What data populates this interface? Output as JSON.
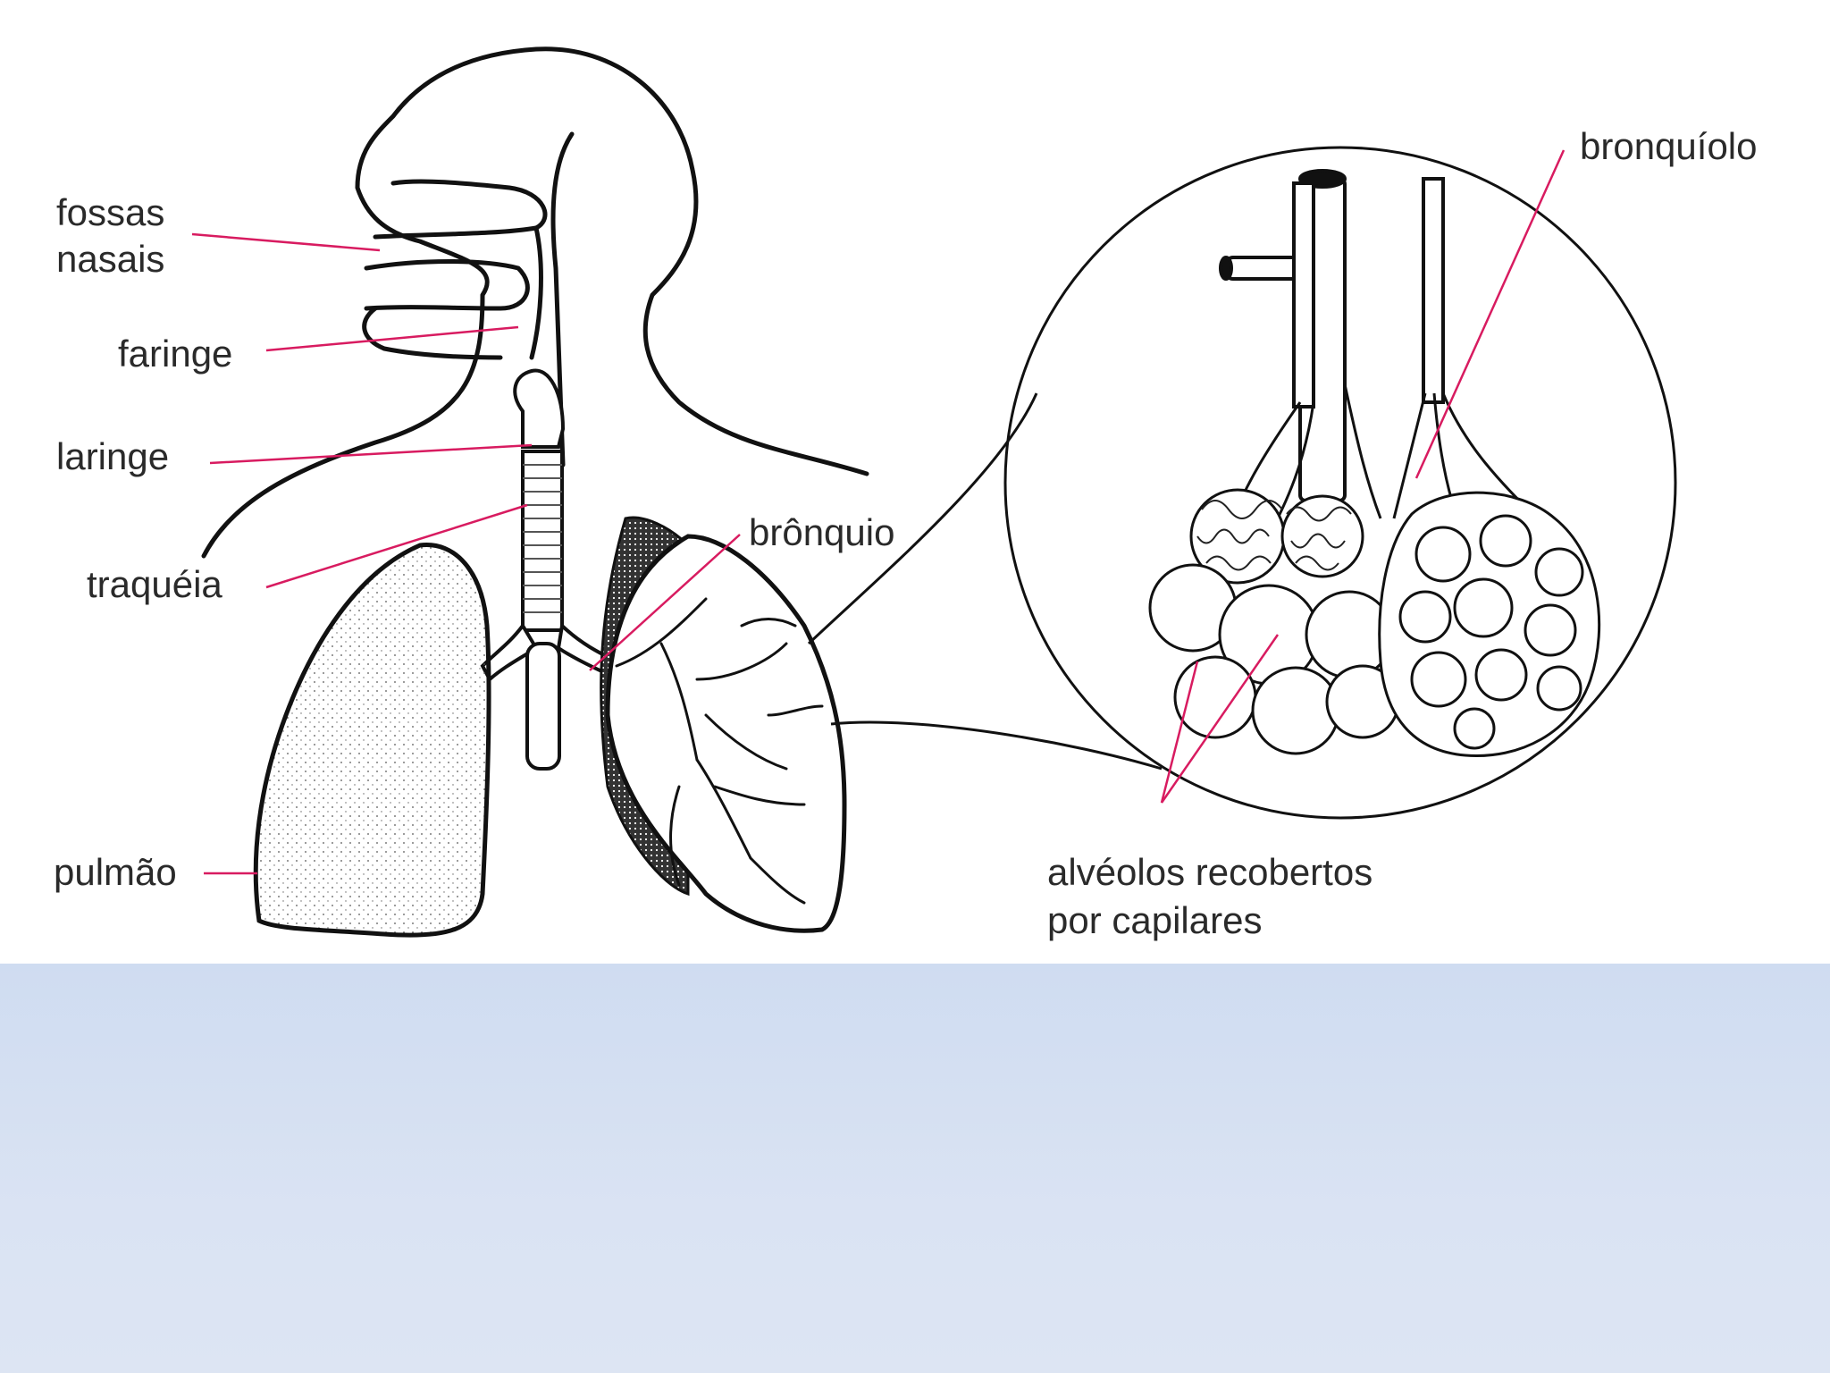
{
  "labels": {
    "fossas_line1": "fossas",
    "fossas_line2": "nasais",
    "faringe": "faringe",
    "laringe": "laringe",
    "traqueia": "traquéia",
    "pulmao": "pulmão",
    "bronquio": "brônquio",
    "bronquiolo": "bronquíolo",
    "alveolos_line1": "alvéolos recobertos",
    "alveolos_line2": "por capilares"
  },
  "colors": {
    "leader_line": "#d81b60",
    "outline": "#111111",
    "band_top": "#cfdcf1",
    "band_bottom": "#dde5f3"
  }
}
